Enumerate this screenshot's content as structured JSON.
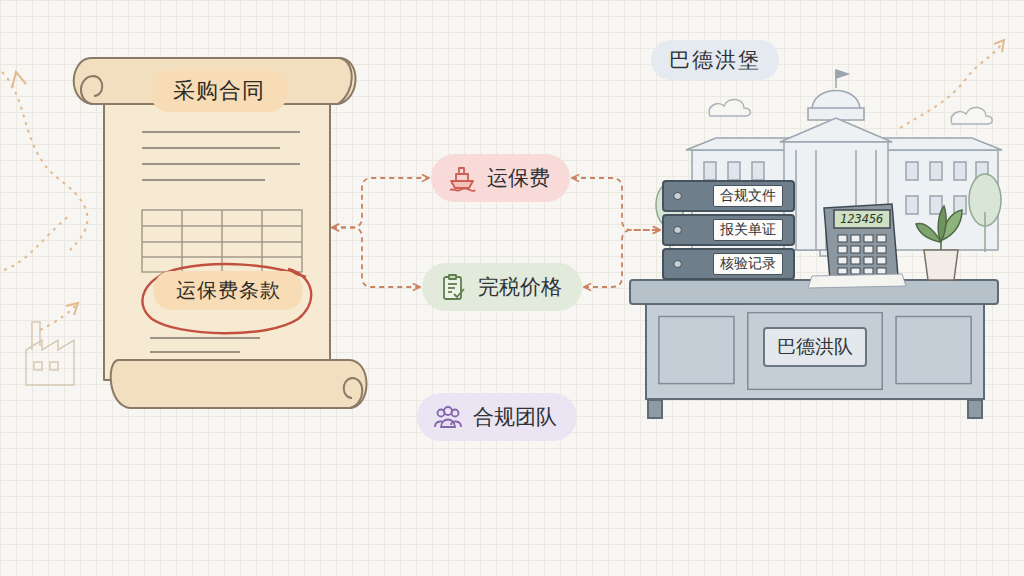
{
  "diagram": {
    "nodes": [
      {
        "text": [
          "采购合同"
        ]
      },
      {
        "text": [
          "运保费条款"
        ],
        "in": 0
      },
      {
        "text": [
          "巴德洪堡"
        ]
      },
      {
        "text": [
          "运保费"
        ]
      },
      {
        "text": [
          "完税价格"
        ]
      },
      {
        "text": [
          "合规团队"
        ]
      },
      {
        "text": [
          "巴德洪队"
        ]
      },
      {
        "text": [
          "合规文件"
        ]
      },
      {
        "text": [
          "报关单证"
        ]
      },
      {
        "text": [
          "核验记录"
        ]
      }
    ],
    "edges": [
      {
        "from": 0,
        "to": 3,
        "arrow": "both"
      },
      {
        "from": 0,
        "to": 4,
        "arrow": "both"
      },
      {
        "from": 3,
        "to": 8,
        "arrow": "both"
      },
      {
        "from": 4,
        "to": 8,
        "arrow": "both"
      }
    ],
    "labels": [
      "123456"
    ]
  }
}
